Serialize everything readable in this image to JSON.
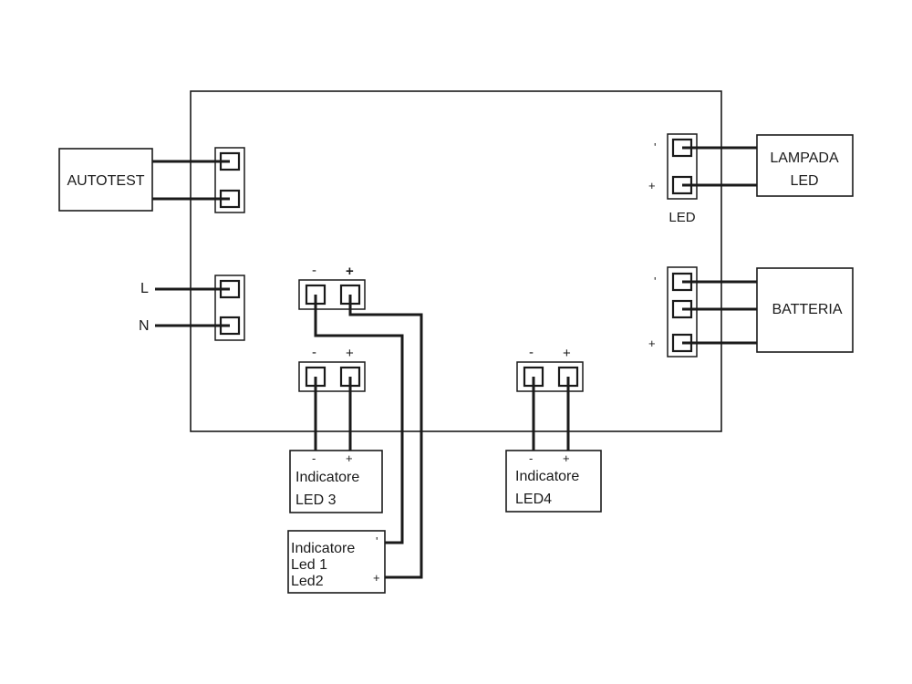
{
  "devices": {
    "autotest": "AUTOTEST",
    "lampada_line1": "LAMPADA",
    "lampada_line2": "LED",
    "batteria": "BATTERIA",
    "led3_line1": "Indicatore",
    "led3_line2": "LED 3",
    "led4_line1": "Indicatore",
    "led4_line2": "LED4",
    "led12_line1": "Indicatore",
    "led12_line2": "Led 1",
    "led12_line3": "Led2"
  },
  "inputs": {
    "line": "L",
    "neutral": "N"
  },
  "connector_labels": {
    "led": "LED"
  },
  "polarity": {
    "minus": "-",
    "plus": "+",
    "tick": "'"
  }
}
